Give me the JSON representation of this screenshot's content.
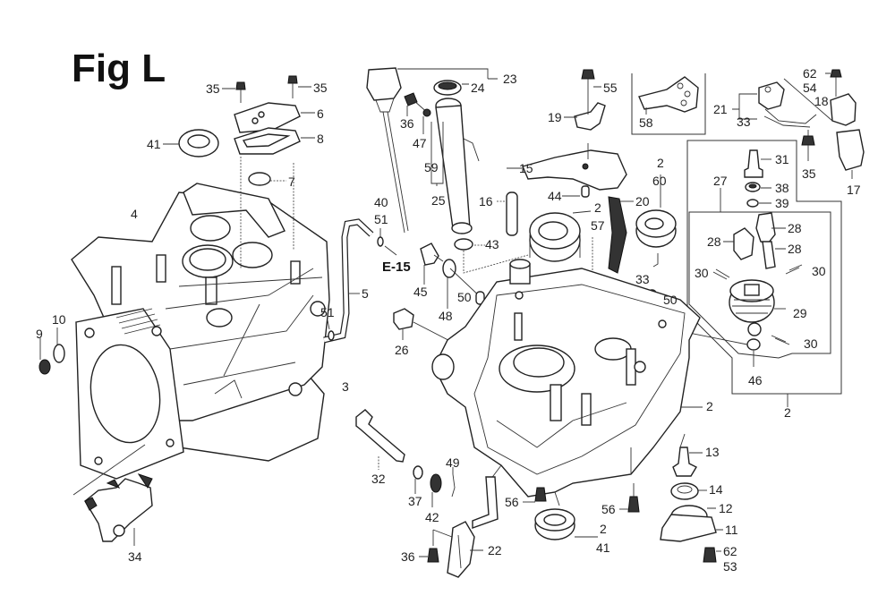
{
  "figure": {
    "title": "Fig L",
    "reference_label": "E-15"
  },
  "callouts": [
    {
      "id": "c35a",
      "text": "35"
    },
    {
      "id": "c35b",
      "text": "35"
    },
    {
      "id": "c6",
      "text": "6"
    },
    {
      "id": "c8",
      "text": "8"
    },
    {
      "id": "c41a",
      "text": "41"
    },
    {
      "id": "c7",
      "text": "7"
    },
    {
      "id": "c4",
      "text": "4"
    },
    {
      "id": "c9",
      "text": "9"
    },
    {
      "id": "c10",
      "text": "10"
    },
    {
      "id": "c3",
      "text": "3"
    },
    {
      "id": "c51a",
      "text": "51"
    },
    {
      "id": "c5",
      "text": "5"
    },
    {
      "id": "c40",
      "text": "40"
    },
    {
      "id": "c51b",
      "text": "51"
    },
    {
      "id": "c34",
      "text": "34"
    },
    {
      "id": "c23",
      "text": "23"
    },
    {
      "id": "c24",
      "text": "24"
    },
    {
      "id": "c36a",
      "text": "36"
    },
    {
      "id": "c47",
      "text": "47"
    },
    {
      "id": "c59",
      "text": "59"
    },
    {
      "id": "c25",
      "text": "25"
    },
    {
      "id": "c16",
      "text": "16"
    },
    {
      "id": "c43",
      "text": "43"
    },
    {
      "id": "c45",
      "text": "45"
    },
    {
      "id": "c48",
      "text": "48"
    },
    {
      "id": "c50a",
      "text": "50"
    },
    {
      "id": "c26",
      "text": "26"
    },
    {
      "id": "c55",
      "text": "55"
    },
    {
      "id": "c19",
      "text": "19"
    },
    {
      "id": "c15",
      "text": "15"
    },
    {
      "id": "c44",
      "text": "44"
    },
    {
      "id": "c2a",
      "text": "2"
    },
    {
      "id": "c57",
      "text": "57"
    },
    {
      "id": "c20",
      "text": "20"
    },
    {
      "id": "c2b",
      "text": "2"
    },
    {
      "id": "c60",
      "text": "60"
    },
    {
      "id": "c33a",
      "text": "33"
    },
    {
      "id": "c50b",
      "text": "50"
    },
    {
      "id": "c58",
      "text": "58"
    },
    {
      "id": "c21",
      "text": "21"
    },
    {
      "id": "c33b",
      "text": "33"
    },
    {
      "id": "c62a",
      "text": "62"
    },
    {
      "id": "c54",
      "text": "54"
    },
    {
      "id": "c18",
      "text": "18"
    },
    {
      "id": "c17",
      "text": "17"
    },
    {
      "id": "c35c",
      "text": "35"
    },
    {
      "id": "c31",
      "text": "31"
    },
    {
      "id": "c27",
      "text": "27"
    },
    {
      "id": "c38",
      "text": "38"
    },
    {
      "id": "c39",
      "text": "39"
    },
    {
      "id": "c28a",
      "text": "28"
    },
    {
      "id": "c28b",
      "text": "28"
    },
    {
      "id": "c28c",
      "text": "28"
    },
    {
      "id": "c30a",
      "text": "30"
    },
    {
      "id": "c30b",
      "text": "30"
    },
    {
      "id": "c29",
      "text": "29"
    },
    {
      "id": "c30c",
      "text": "30"
    },
    {
      "id": "c46",
      "text": "46"
    },
    {
      "id": "c2c",
      "text": "2"
    },
    {
      "id": "c2d",
      "text": "2"
    },
    {
      "id": "c32",
      "text": "32"
    },
    {
      "id": "c37",
      "text": "37"
    },
    {
      "id": "c42",
      "text": "42"
    },
    {
      "id": "c49",
      "text": "49"
    },
    {
      "id": "c36b",
      "text": "36"
    },
    {
      "id": "c22",
      "text": "22"
    },
    {
      "id": "c56a",
      "text": "56"
    },
    {
      "id": "c2e",
      "text": "2"
    },
    {
      "id": "c41b",
      "text": "41"
    },
    {
      "id": "c56b",
      "text": "56"
    },
    {
      "id": "c13",
      "text": "13"
    },
    {
      "id": "c14",
      "text": "14"
    },
    {
      "id": "c12",
      "text": "12"
    },
    {
      "id": "c11",
      "text": "11"
    },
    {
      "id": "c62b",
      "text": "62"
    },
    {
      "id": "c53",
      "text": "53"
    }
  ]
}
